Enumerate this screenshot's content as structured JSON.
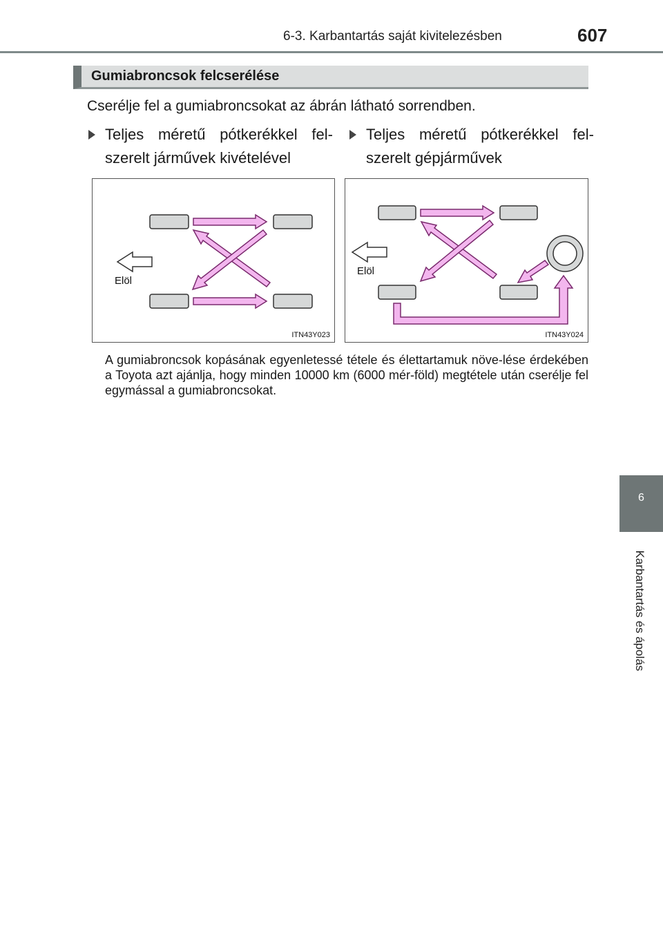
{
  "header": {
    "section": "6-3. Karbantartás saját kivitelezésben",
    "page_number": "607"
  },
  "title": "Gumiabroncsok felcserélése",
  "intro": "Cserélje fel a gumiabroncsokat az ábrán látható sorrendben.",
  "bullets": [
    "Teljes méretű pótkerékkel fel-szerelt járművek kivételével",
    "Teljes méretű pótkerékkel fel-szerelt gépjárművek"
  ],
  "figures": [
    {
      "front_label": "Elöl",
      "code": "ITN43Y023"
    },
    {
      "front_label": "Elöl",
      "code": "ITN43Y024"
    }
  ],
  "note": "A gumiabroncsok kopásának egyenletessé tétele és élettartamuk növe-lése érdekében a Toyota azt ajánlja, hogy minden 10000 km (6000 mér-föld) megtétele után cserélje fel egymással a gumiabroncsokat.",
  "side_tab": {
    "chapter": "6",
    "label": "Karbantartás és ápolás"
  },
  "colors": {
    "arrow_fill": "#f3b6ee",
    "arrow_stroke": "#7a2a6e",
    "tire_fill": "#d6d8d8",
    "tab": "#6e7676"
  }
}
